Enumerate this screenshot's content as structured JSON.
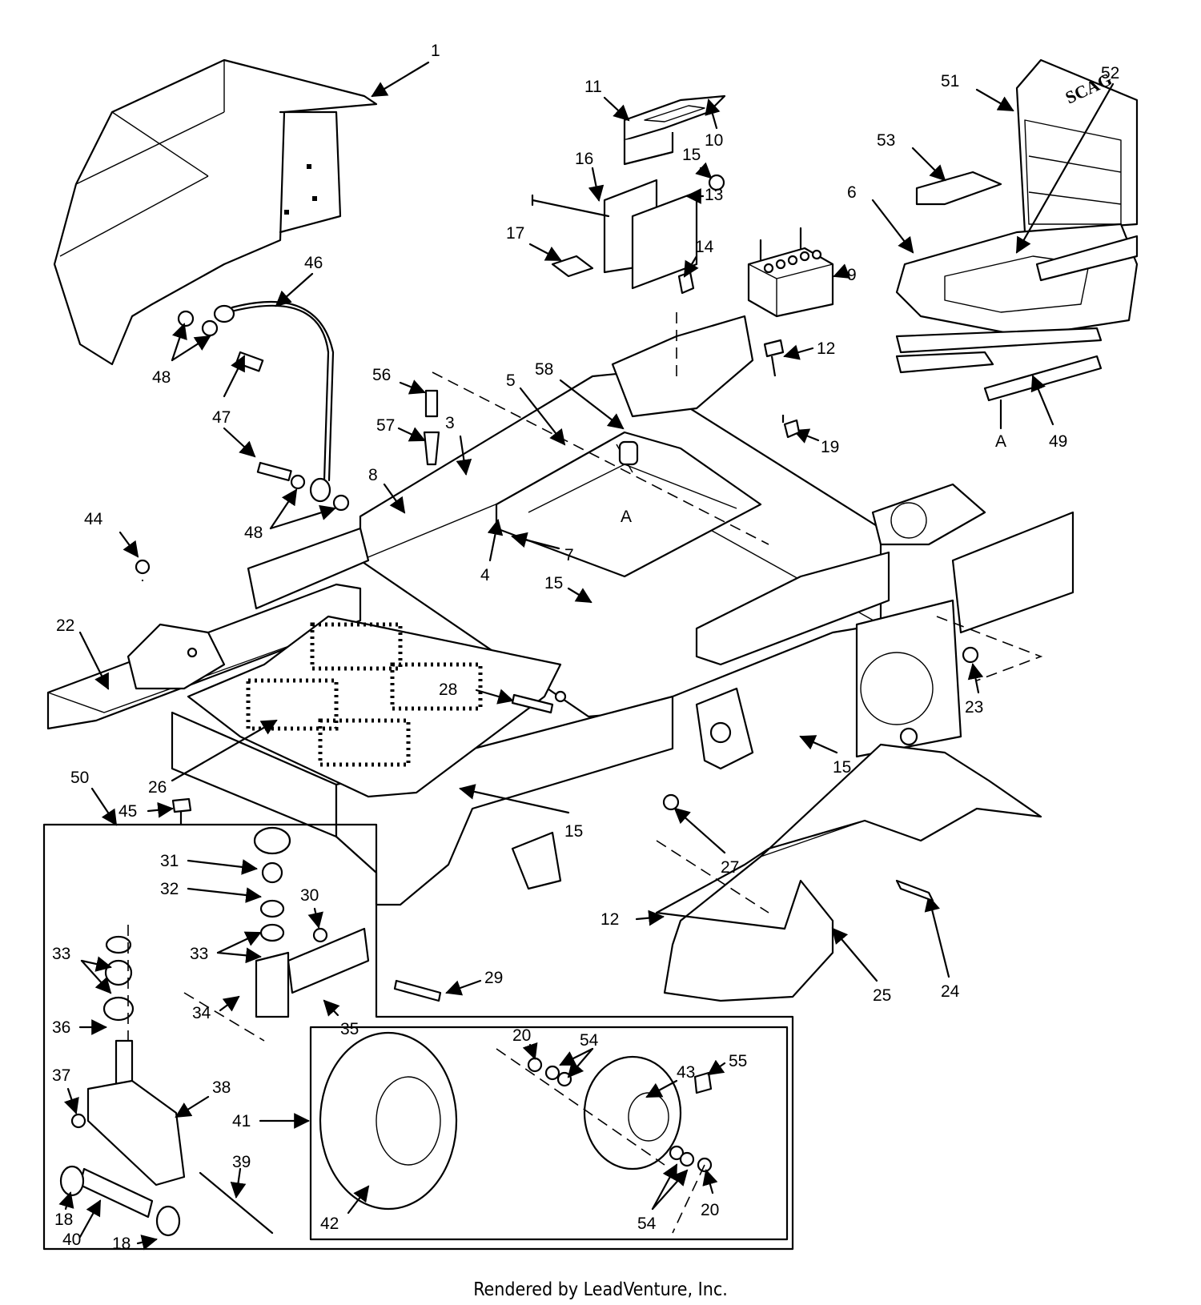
{
  "footer": "Rendered by LeadVenture, Inc.",
  "seat_brand": "SCAG",
  "reference_letter": "A",
  "callouts": [
    "1",
    "3",
    "4",
    "5",
    "6",
    "7",
    "8",
    "9",
    "10",
    "11",
    "12",
    "13",
    "14",
    "15",
    "16",
    "17",
    "18",
    "19",
    "20",
    "22",
    "23",
    "24",
    "25",
    "26",
    "27",
    "28",
    "29",
    "30",
    "31",
    "32",
    "33",
    "34",
    "35",
    "36",
    "37",
    "38",
    "39",
    "40",
    "41",
    "42",
    "43",
    "44",
    "45",
    "46",
    "47",
    "48",
    "49",
    "50",
    "51",
    "52",
    "53",
    "54",
    "55",
    "56",
    "57",
    "58"
  ]
}
